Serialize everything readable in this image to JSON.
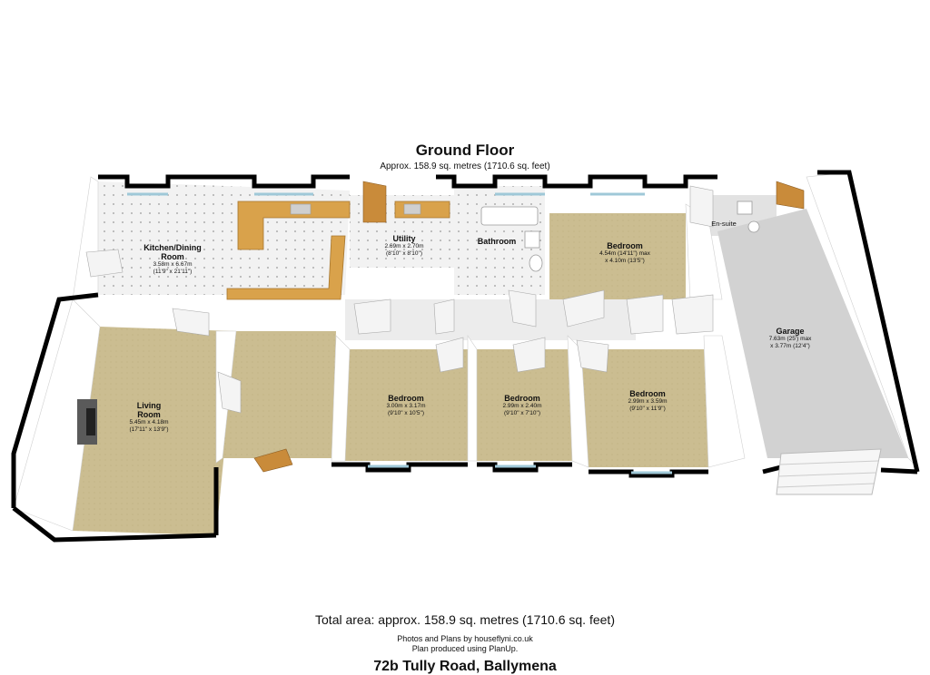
{
  "header": {
    "title": "Ground Floor",
    "area": "Approx. 158.9 sq. metres (1710.6 sq. feet)"
  },
  "rooms": {
    "kitchen": {
      "name1": "Kitchen/Dining",
      "name2": "Room",
      "dim_m": "3.58m x 6.67m",
      "dim_ft": "(11'9\" x 21'11\")"
    },
    "utility": {
      "name": "Utility",
      "dim_m": "2.69m x 2.70m",
      "dim_ft": "(8'10\" x 8'10\")"
    },
    "bathroom": {
      "name": "Bathroom"
    },
    "master_bedroom": {
      "name": "Bedroom",
      "dim_m": "4.54m (14'11\") max",
      "dim_ft": "x 4.10m (13'5\")"
    },
    "ensuite": {
      "name": "En-suite"
    },
    "garage": {
      "name": "Garage",
      "dim_m": "7.63m (25') max",
      "dim_ft": "x 3.77m (12'4\")"
    },
    "living": {
      "name": "Living",
      "name2": "Room",
      "dim_m": "5.45m x 4.18m",
      "dim_ft": "(17'11\" x 13'9\")"
    },
    "bedroom2": {
      "name": "Bedroom",
      "dim_m": "3.00m x 3.17m",
      "dim_ft": "(9'10\" x 10'5\")"
    },
    "bedroom3": {
      "name": "Bedroom",
      "dim_m": "2.99m x 2.40m",
      "dim_ft": "(9'10\" x 7'10\")"
    },
    "bedroom4": {
      "name": "Bedroom",
      "dim_m": "2.99m x 3.59m",
      "dim_ft": "(9'10\" x 11'9\")"
    }
  },
  "footer": {
    "total": "Total area: approx. 158.9 sq. metres (1710.6 sq. feet)",
    "credit1": "Photos and Plans by houseflyni.co.uk",
    "credit2": "Plan produced using PlanUp.",
    "address": "72b Tully Road, Ballymena"
  },
  "colors": {
    "wall": "#000000",
    "carpet": "#c9bb8f",
    "tile": "#e8e8e8",
    "garage": "#d4d4d4",
    "worktop": "#d8a24a",
    "door": "#c88a3a"
  }
}
